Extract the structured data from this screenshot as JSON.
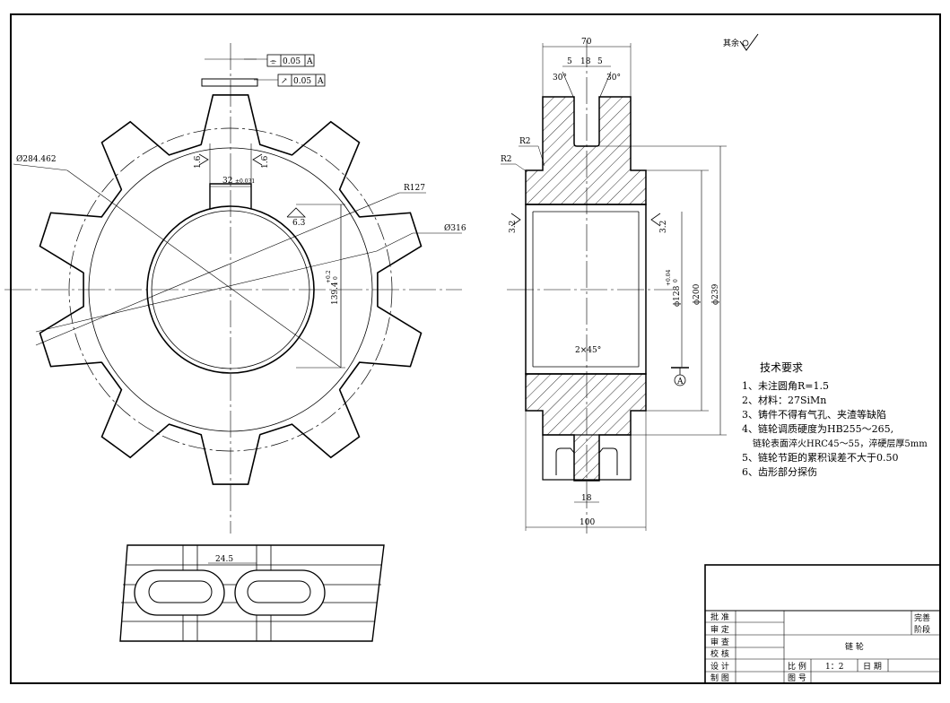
{
  "front_view": {
    "dim_diameter_outer": "Ø284.462",
    "dim_radius": "R127",
    "dim_diameter_316": "Ø316",
    "dim_bore": "139.4",
    "dim_bore_tol": "+0.2",
    "dim_bore_tol_low": "0",
    "dim_keyway_width": "32",
    "dim_keyway_tol": "±0.031",
    "rough_keyway_left": "1.6",
    "rough_keyway_right": "1.6",
    "rough_bore": "6.3",
    "tolerance_frame_1": {
      "symbol": "⌯",
      "value": "0.05",
      "datum": "A"
    },
    "tolerance_frame_2": {
      "symbol": "↗",
      "value": "0.05",
      "datum": "A"
    }
  },
  "section_view": {
    "dim_width_top": "70",
    "dim_slot_left": "5",
    "dim_slot_center": "18",
    "dim_slot_right": "5",
    "angle_left": "30°",
    "angle_right": "30°",
    "radius_r2_a": "R2",
    "radius_r2_b": "R2",
    "rough_left": "3.2",
    "rough_right": "3.2",
    "dim_phi_bore": "ϕ128",
    "dim_phi_bore_tol": "+0.04",
    "dim_phi_bore_tol_low": "0",
    "dim_phi_200": "ϕ200",
    "dim_phi_239": "ϕ239",
    "chamfer": "2×45°",
    "datum_label": "A",
    "dim_bottom_slot": "18",
    "dim_width_bottom": "100",
    "surface_note": "其余"
  },
  "chain_view": {
    "dim_pitch": "24.5"
  },
  "tech_requirements": {
    "title": "技术要求",
    "items": [
      "1、未注圆角R=1.5",
      "2、材料：27SiMn",
      "3、铸件不得有气孔、夹渣等缺陷",
      "4、链轮调质硬度为HB255～265,",
      "链轮表面淬火HRC45～55，淬硬层厚5mm",
      "5、链轮节距的累积误差不大于0.50",
      "6、齿形部分探伤"
    ]
  },
  "title_block": {
    "rows": [
      "批 准",
      "审 定",
      "审 查",
      "校 核",
      "设 计",
      "制 图"
    ],
    "stage_1": "完善",
    "stage_2": "阶段",
    "part_name": "链    轮",
    "scale_label": "比 例",
    "scale_value": "1：2",
    "date_label": "日 期",
    "drawing_no_label": "图 号"
  }
}
